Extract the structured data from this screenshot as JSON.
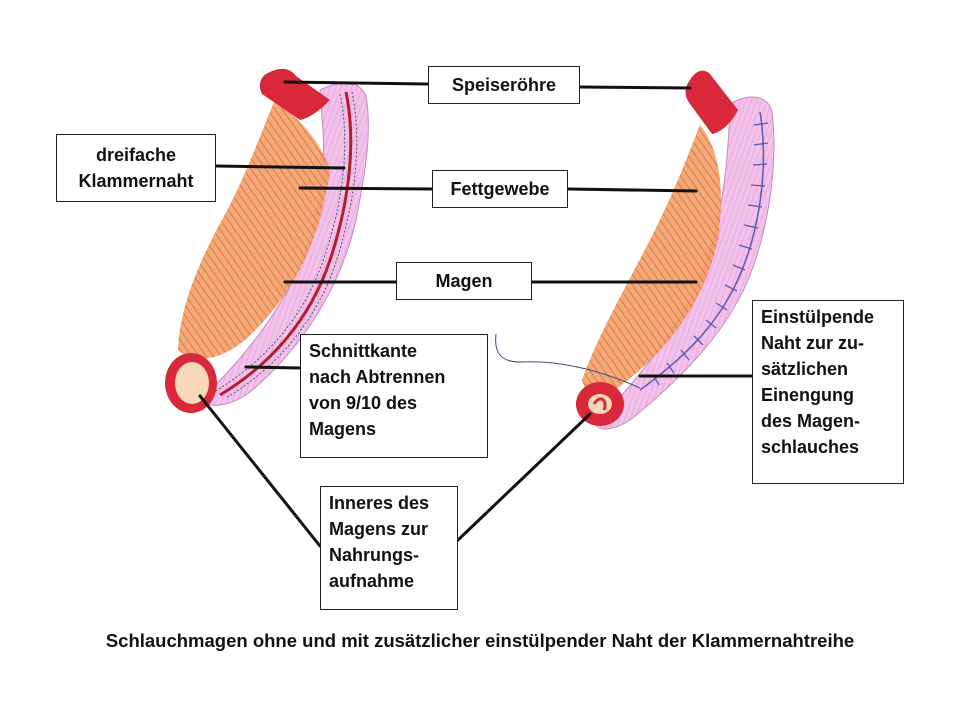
{
  "labels": {
    "speiseroehre": "Speiseröhre",
    "klammernaht": "dreifache\nKlammernaht",
    "fettgewebe": "Fettgewebe",
    "magen": "Magen",
    "schnittkante": "Schnittkante\nnach Abtrennen\nvon 9/10 des\nMagens",
    "einstuelpende": "Einstülpende\nNaht zur zu-\nsätzlichen\nEinengung\ndes Magen-\nschlauches",
    "inneres": "Inneres des\nMagens zur\nNahrungs-\naufnahme"
  },
  "caption": "Schlauchmagen ohne und mit zusätzlicher einstülpender Naht der Klammernahtreihe",
  "colors": {
    "stomach": "#f0b6e6",
    "stomach_edge": "#c48ac0",
    "fat": "#e8864a",
    "esophagus": "#d8283a",
    "staple": "#b0202c",
    "suture": "#5a5aa8",
    "lumen": "#f8d8b8",
    "leader": "#111111"
  }
}
